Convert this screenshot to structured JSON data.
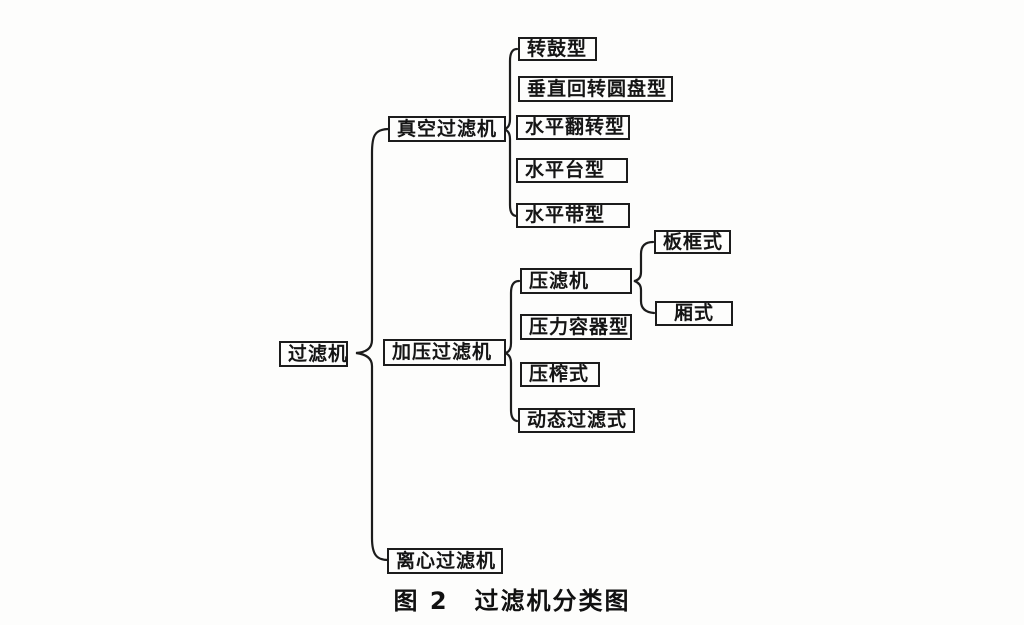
{
  "figure": {
    "type": "tree-classification-diagram",
    "caption": {
      "figure_label": "图 2",
      "title": "过滤机分类图"
    }
  },
  "tree": {
    "root": {
      "label": "过滤机"
    },
    "branches": [
      {
        "label": "真空过滤机",
        "children": [
          {
            "label": "转鼓型"
          },
          {
            "label": "垂直回转圆盘型"
          },
          {
            "label": "水平翻转型"
          },
          {
            "label": "水平台型"
          },
          {
            "label": "水平带型"
          }
        ]
      },
      {
        "label": "加压过滤机",
        "children": [
          {
            "label": "压滤机",
            "children": [
              {
                "label": "板框式"
              },
              {
                "label": "厢式"
              }
            ]
          },
          {
            "label": "压力容器型"
          },
          {
            "label": "压榨式"
          },
          {
            "label": "动态过滤式"
          }
        ]
      },
      {
        "label": "离心过滤机",
        "children": []
      }
    ]
  },
  "colors": {
    "ink": "#1c1c1c",
    "paper": "#fdfdfc"
  }
}
